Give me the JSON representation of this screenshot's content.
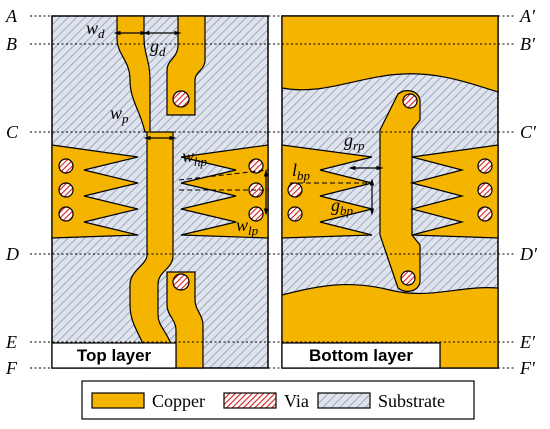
{
  "colors": {
    "copper": "#f5b400",
    "substrate_hatch": "#8d9bb8",
    "via_hatch": "#d81e1e"
  },
  "line_labels_left": [
    "A",
    "B",
    "C",
    "D",
    "E",
    "F"
  ],
  "line_labels_right": [
    "A′",
    "B′",
    "C′",
    "D′",
    "E′",
    "F′"
  ],
  "panels": {
    "top": "Top layer",
    "bottom": "Bottom layer"
  },
  "dimensions": {
    "wd": {
      "base": "w",
      "sub": "d"
    },
    "gd": {
      "base": "g",
      "sub": "d"
    },
    "wp": {
      "base": "w",
      "sub": "p"
    },
    "whp": {
      "base": "w",
      "sub": "hp"
    },
    "wlp": {
      "base": "w",
      "sub": "lp"
    },
    "grp": {
      "base": "g",
      "sub": "rp"
    },
    "lbp": {
      "base": "l",
      "sub": "bp"
    },
    "gbp": {
      "base": "g",
      "sub": "bp"
    }
  },
  "legend": {
    "copper": "Copper",
    "via": "Via",
    "substrate": "Substrate"
  }
}
